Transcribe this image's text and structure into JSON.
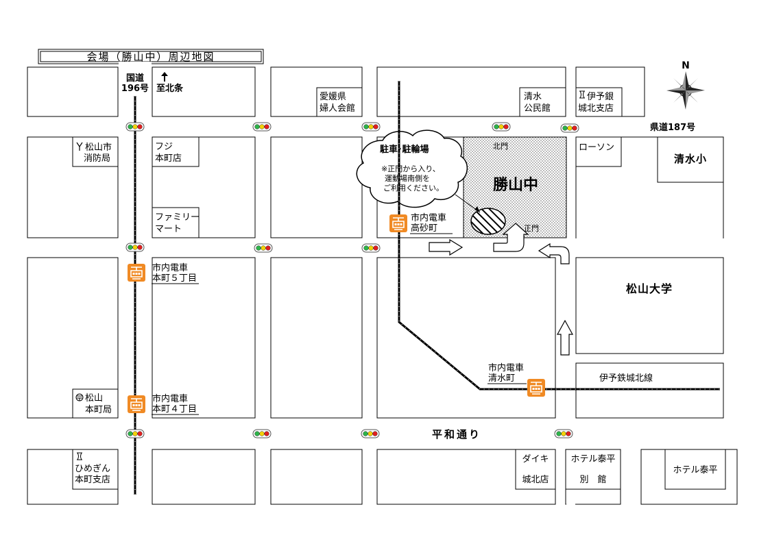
{
  "title": "会場（勝山中）周辺地図",
  "compass_label": "N",
  "roads": {
    "national_route_line1": "国道",
    "national_route_line2": "196号",
    "to_kitagumi": "至北条",
    "prefectural_route": "県道187号",
    "heiwa_dori": "平和通り",
    "iyotetsu_line": "伊予鉄城北線"
  },
  "venue": {
    "name": "勝山中",
    "north_gate": "北門",
    "main_gate": "正門"
  },
  "parking_callout": {
    "heading": "駐車･駐輪場",
    "line1": "※正門から入り、",
    "line2": "運動場南側を",
    "line3": "ご利用ください。"
  },
  "landmarks": {
    "matsuyama_fire_line1": "松山市",
    "matsuyama_fire_line2": "消防局",
    "fuji_line1": "フジ",
    "fuji_line2": "本町店",
    "familymart_line1": "ファミリー",
    "familymart_line2": "マート",
    "ehime_women_line1": "愛媛県",
    "ehime_women_line2": "婦人会館",
    "shimizu_hall_line1": "清水",
    "shimizu_hall_line2": "公民館",
    "iyo_bank_line1": "伊予銀",
    "iyo_bank_line2": "城北支店",
    "lawson": "ローソン",
    "shimizu_elementary": "清水小",
    "matsuyama_university": "松山大学",
    "post_office_line1": "松山",
    "post_office_line2": "本町局",
    "himegin_line1": "ひめぎん",
    "himegin_line2": "本町支店",
    "daiki_line1": "ダイキ",
    "daiki_line2": "城北店",
    "hotel_taihei_annex_line1": "ホテル泰平",
    "hotel_taihei_annex_line2": "別　館",
    "hotel_taihei": "ホテル泰平"
  },
  "stations": {
    "takasago_line1": "市内電車",
    "takasago_line2": "高砂町",
    "honmachi5_line1": "市内電車",
    "honmachi5_line2": "本町５丁目",
    "honmachi4_line1": "市内電車",
    "honmachi4_line2": "本町４丁目",
    "shimizu_line1": "市内電車",
    "shimizu_line2": "清水町"
  },
  "icon_names": {
    "traffic_light": "traffic-light-icon",
    "tram_stop": "tram-stop-icon",
    "fire_station": "fire-station-icon",
    "bank": "bank-icon",
    "post_office": "post-office-icon",
    "compass": "compass-rose-icon"
  },
  "colors": {
    "tram_icon": "#f08a24",
    "light_red": "#e02020",
    "light_yellow": "#f2d20a",
    "light_green": "#2db34a"
  }
}
